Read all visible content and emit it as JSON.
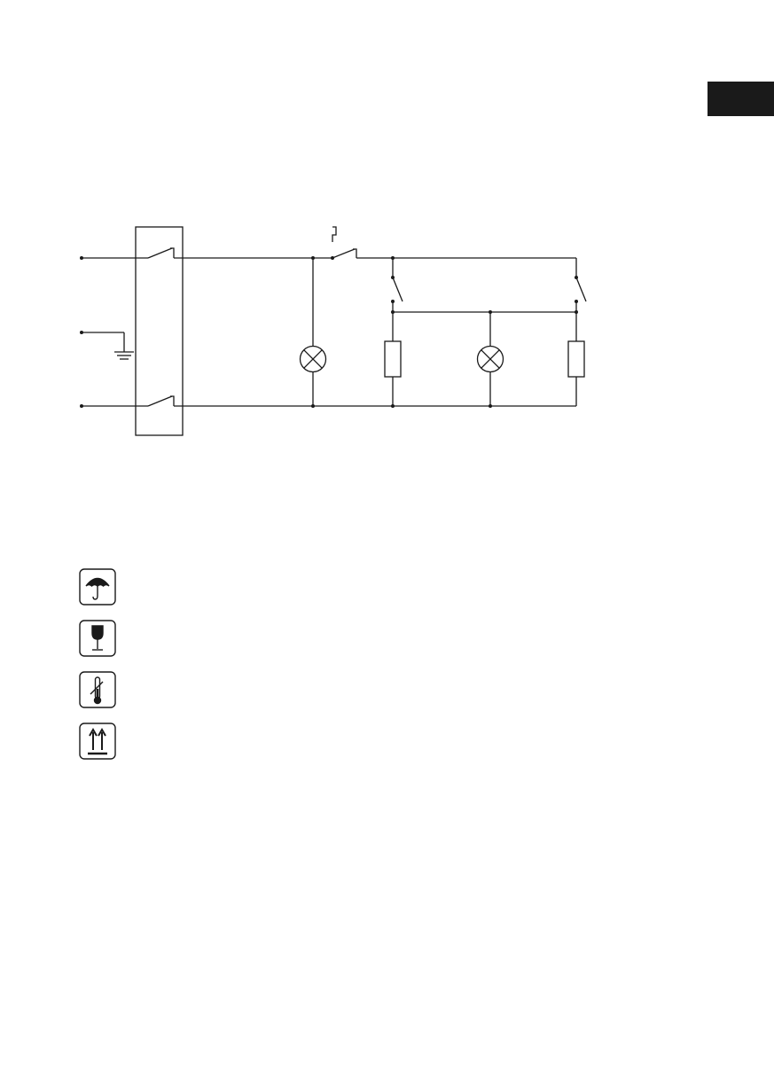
{
  "page": {
    "language_tab": {
      "label": "",
      "background": "#1a1a1a"
    }
  },
  "diagram": {
    "type": "wiring-schematic",
    "components": [
      {
        "id": "main-switch",
        "kind": "double-pole-switch"
      },
      {
        "id": "ground",
        "kind": "earth-ground"
      },
      {
        "id": "indicator-lamp-1",
        "kind": "lamp"
      },
      {
        "id": "thermostat",
        "kind": "thermal-switch"
      },
      {
        "id": "selector-switch-1",
        "kind": "switch"
      },
      {
        "id": "selector-switch-2",
        "kind": "switch"
      },
      {
        "id": "heating-element-1",
        "kind": "resistor"
      },
      {
        "id": "indicator-lamp-2",
        "kind": "lamp"
      },
      {
        "id": "heating-element-2",
        "kind": "resistor"
      }
    ],
    "line_color": "#1a1a1a"
  },
  "handling_icons": [
    {
      "name": "keep-dry-icon"
    },
    {
      "name": "fragile-icon"
    },
    {
      "name": "temperature-limit-icon"
    },
    {
      "name": "this-way-up-icon"
    }
  ]
}
